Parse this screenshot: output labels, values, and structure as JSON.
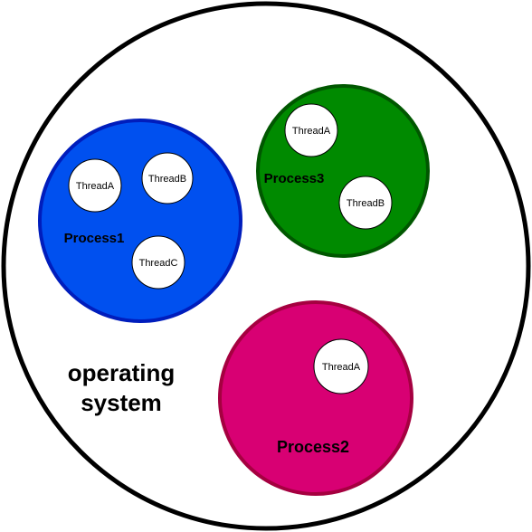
{
  "os": {
    "label_line1": "operating",
    "label_line2": "system"
  },
  "processes": [
    {
      "name": "Process1",
      "fill": "#0050ef",
      "stroke": "#001dbc",
      "threads": [
        "ThreadA",
        "ThreadB",
        "ThreadC"
      ]
    },
    {
      "name": "Process3",
      "fill": "#008a00",
      "stroke": "#005700",
      "threads": [
        "ThreadA",
        "ThreadB"
      ]
    },
    {
      "name": "Process2",
      "fill": "#d80073",
      "stroke": "#a50040",
      "threads": [
        "ThreadA"
      ]
    }
  ]
}
